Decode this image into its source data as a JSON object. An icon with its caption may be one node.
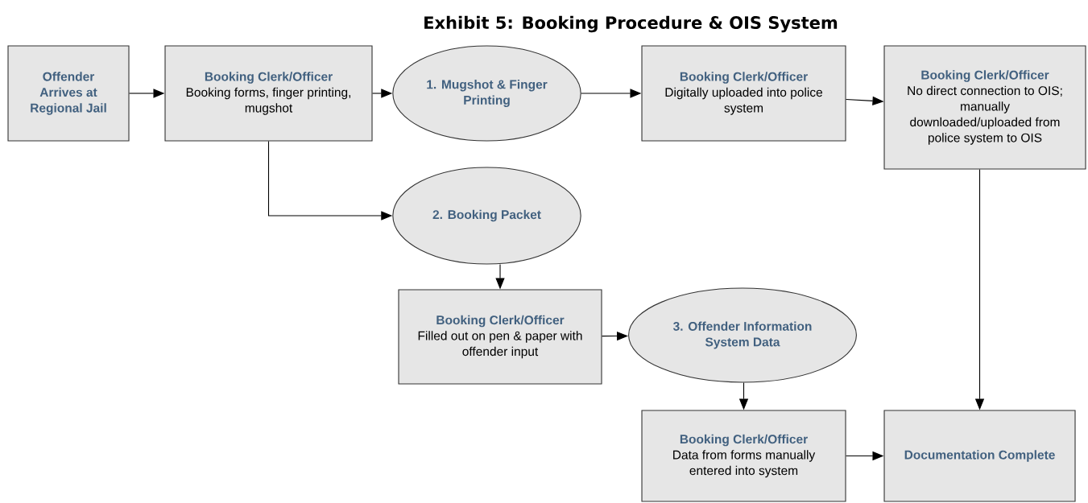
{
  "diagram": {
    "title": "Exhibit 5: Booking Procedure & OIS System",
    "nodes": [
      {
        "text": [
          "Offender Arrives at Regional Jail"
        ]
      },
      {
        "text": [
          "Booking Clerk/Officer",
          "Booking forms, finger printing, mugshot"
        ]
      },
      {
        "text": [
          "1. Mugshot & Finger Printing"
        ]
      },
      {
        "text": [
          "Booking Clerk/Officer",
          "Digitally uploaded into police system"
        ]
      },
      {
        "text": [
          "Booking Clerk/Officer",
          "No direct connection to OIS; manually downloaded/uploaded from police system to OIS"
        ]
      },
      {
        "text": [
          "2. Booking Packet"
        ]
      },
      {
        "text": [
          "Booking Clerk/Officer",
          "Filled out on pen & paper with offender input"
        ]
      },
      {
        "text": [
          "3. Offender Information System Data"
        ]
      },
      {
        "text": [
          "Booking Clerk/Officer",
          "Data from forms manually entered into system"
        ]
      },
      {
        "text": [
          "Documentation Complete"
        ]
      }
    ],
    "edges": [
      {
        "from": 0,
        "to": 1,
        "arrow": "to"
      },
      {
        "from": 1,
        "to": 2,
        "arrow": "to"
      },
      {
        "from": 2,
        "to": 3,
        "arrow": "to"
      },
      {
        "from": 3,
        "to": 4,
        "arrow": "to"
      },
      {
        "from": 1,
        "to": 5,
        "arrow": "to"
      },
      {
        "from": 5,
        "to": 6,
        "arrow": "to"
      },
      {
        "from": 6,
        "to": 7,
        "arrow": "to"
      },
      {
        "from": 7,
        "to": 8,
        "arrow": "to"
      },
      {
        "from": 4,
        "to": 9,
        "arrow": "to"
      },
      {
        "from": 8,
        "to": 9,
        "arrow": "to"
      }
    ]
  }
}
